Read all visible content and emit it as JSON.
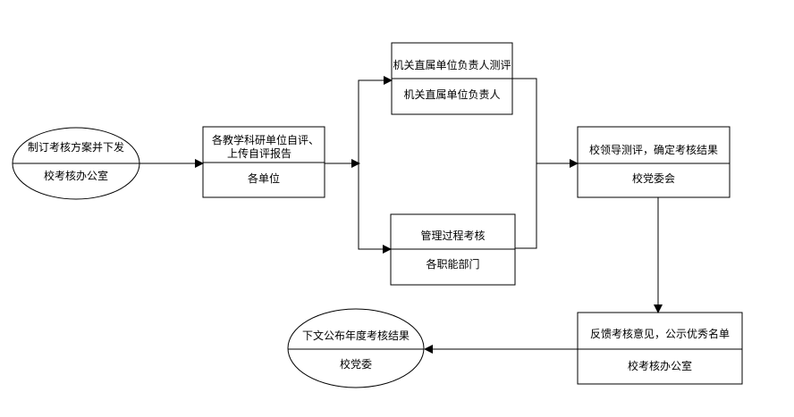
{
  "nodes": {
    "start": {
      "title": "制订考核方案并下发",
      "owner": "校考核办公室"
    },
    "self_eval": {
      "title_line1": "各教学科研单位自评、",
      "title_line2": "上传自评报告",
      "owner": "各单位"
    },
    "direct_units": {
      "title": "机关直属单位负责人测评",
      "owner": "机关直属单位负责人"
    },
    "process_eval": {
      "title": "管理过程考核",
      "owner": "各职能部门"
    },
    "leader_eval": {
      "title": "校领导测评，确定考核结果",
      "owner": "校党委会"
    },
    "feedback": {
      "title": "反馈考核意见，公示优秀名单",
      "owner": "校考核办公室"
    },
    "publish": {
      "title": "下文公布年度考核结果",
      "owner": "校党委"
    }
  },
  "colors": {
    "line": "#000000",
    "fill": "#ffffff"
  }
}
